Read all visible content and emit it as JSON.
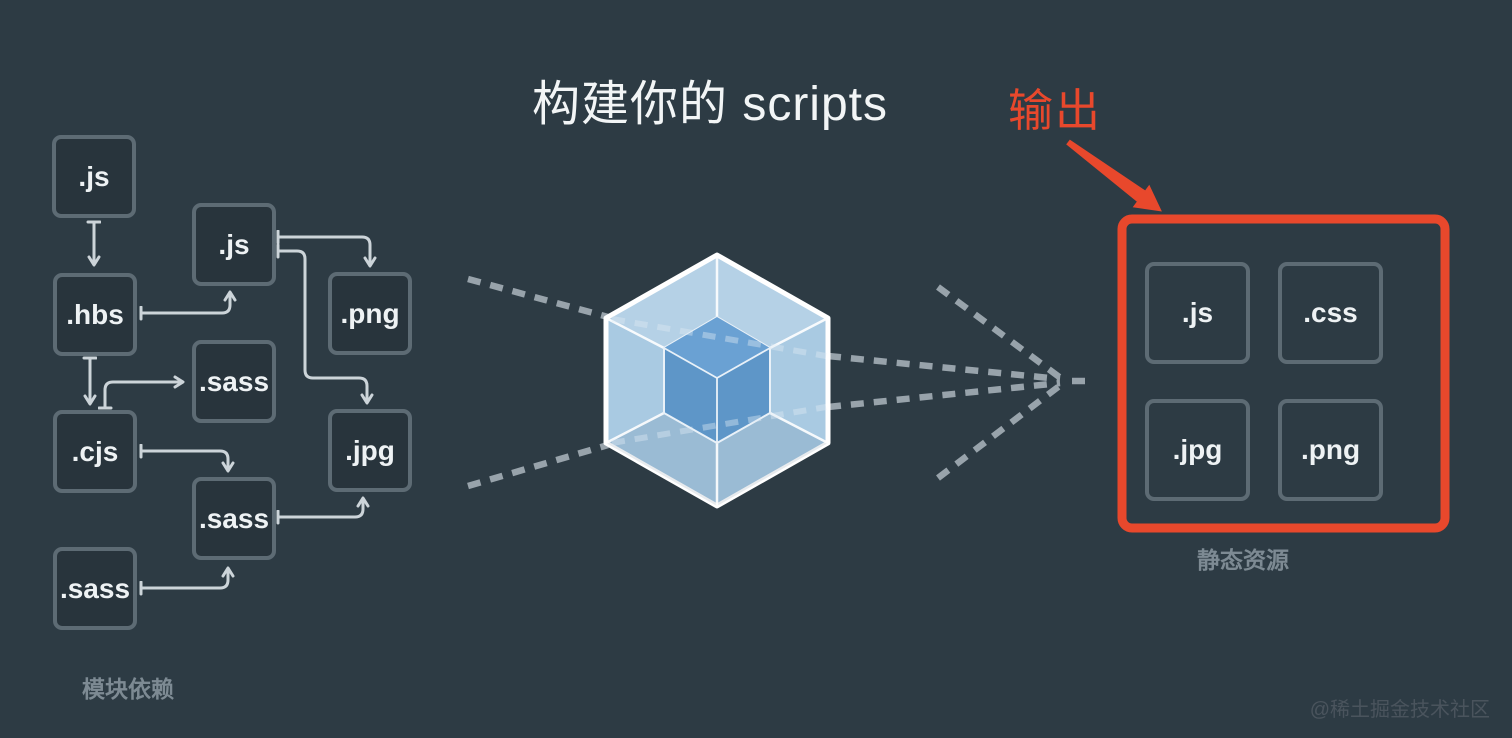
{
  "title": {
    "main": "构建你的 scripts",
    "output_label": "输出"
  },
  "modules": {
    "caption": "模块依赖",
    "items": [
      ".js",
      ".js",
      ".hbs",
      ".png",
      ".sass",
      ".cjs",
      ".jpg",
      ".sass",
      ".sass"
    ]
  },
  "outputs": {
    "caption": "静态资源",
    "items": [
      ".js",
      ".css",
      ".jpg",
      ".png"
    ]
  },
  "watermark": "@稀土掘金技术社区",
  "icons": {
    "center": "webpack-cube-icon",
    "flow": "dashed-bundle-arrow"
  },
  "colors": {
    "background": "#2d3b44",
    "accent_red": "#e8482c",
    "box_border": "#5d6b74",
    "box_fill": "#28343c",
    "connector": "#ccd4d9",
    "dashed_line": "#98a3ab",
    "cube_outer_fill": "#a9cae2",
    "cube_inner_fill": "#5e96c8",
    "title_text": "#f2f5f6",
    "caption_text": "#7d8a93"
  }
}
